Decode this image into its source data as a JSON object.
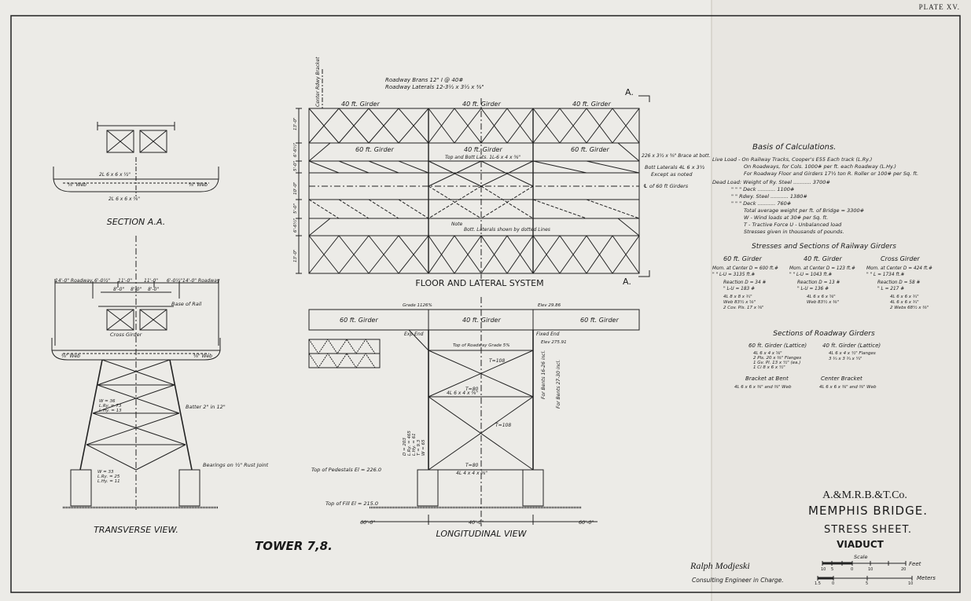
{
  "plate": "PLATE XV.",
  "floor_system": {
    "top_notes": [
      "Roadway Brans 12\" I @ 40#",
      "Roadway Laterals 12-3½ x 3½ x ⅜\""
    ],
    "side_dims": [
      "13'-0\"",
      "6'-6½\"",
      "5'-0\"",
      "10'-0\"",
      "5'-0\"",
      "6'-6½\"",
      "13'-0\""
    ],
    "girder_labels_top": [
      "40 ft. Girder",
      "40 ft. Girder",
      "40 ft. Girder"
    ],
    "girder_labels_mid": [
      "60 ft. Girder",
      "40 ft. Girder",
      "60 ft. Girder"
    ],
    "bracing_notes": [
      "Top and Bott Lats. 1L-6 x 4 x ⅜\"",
      "Bott. Laterals shown by dotted Lines",
      "Note"
    ],
    "right_notes": [
      "226 x 3½ x ⅜\" Brace at bott.",
      "Bott Laterals 4L 6 x 3½",
      "Except as noted",
      "℄ of 60 ft Girders"
    ],
    "section_mark": "A.",
    "vertical_label": "Center Rdwy Bracket",
    "caption": "FLOOR AND LATERAL SYSTEM"
  },
  "section_aa": {
    "caption": "SECTION A.A.",
    "labels": [
      "2L 6 x 6 x ½\"",
      "⅜\" Web",
      "⅜\" Web",
      "2L 6 x 6 x ⅜\""
    ]
  },
  "transverse": {
    "caption": "TRANSVERSE VIEW.",
    "dims": [
      "14'-0\" Roadway",
      "6'-0½\"",
      "11'-0\"",
      "11'-0\"",
      "6'-0½\"",
      "14'-0\" Roadway",
      "8'-0\"",
      "8'-0\"",
      "8'-0\""
    ],
    "labels": [
      "Base of Rail",
      "Cross Girder",
      "⅜\" Web",
      "⅜\" Web",
      "Batter 2\" in 12\"",
      "Bearings on ½\" Rust Joint"
    ],
    "stresses": [
      "W = 36",
      "L.Ry. = 73",
      "L.Hy. = 13",
      "W = 33",
      "L.Ry. = 25",
      "L.Hy. = 11"
    ]
  },
  "tower_label": "TOWER 7,8.",
  "longitudinal": {
    "caption": "LONGITUDINAL VIEW",
    "girders": [
      "60 ft. Girder",
      "40 ft. Girder",
      "60 ft. Girder"
    ],
    "labels": [
      "Grade 1126%",
      "Elev 29.86",
      "Exp End",
      "Fixed End",
      "Elev 275.91",
      "Top of Roadway Grade 5%",
      "Top of Pedestals El = 226.0",
      "Top of Fill El = 215.0"
    ],
    "members": [
      "4L 6 x 4 x ⅜\"",
      "T=80",
      "T=80",
      "T=108",
      "T=108",
      "4L 4 x 4 x ⅜\""
    ],
    "side_notes": [
      "For Bents 16-26 incl.",
      "For Bents 27-30 incl."
    ],
    "dims": [
      "60'-0\"",
      "40'-0\"",
      "60'-0\""
    ],
    "stresses": [
      "D = 203",
      "L.Ry. = 465",
      "L.Hy. = 61",
      "T = 9.3",
      "W = 65"
    ]
  },
  "basis": {
    "title": "Basis of Calculations.",
    "lines": [
      "Live Load - On Railway Tracks, Cooper's E55 Each track (L.Ry.)",
      "On Roadways, for Cols. 1000# per ft. each Roadway (L.Hy.)",
      "For Roadway Floor and Girders 17½ ton R. Roller or 100# per Sq. ft.",
      "Dead Load: Weight of Ry. Steel ........... 3700#",
      "\" \" \" Deck ........... 1100#",
      "\" \" Rdwy. Steel ........... 1380#",
      "\" \" \" Deck ........... 760#",
      "Total average weight per ft. of Bridge = 3300#",
      "W - Wind loads at 30# per Sq. ft.",
      "T - Tractive Force   U - Unbalanced load",
      "Stresses given in thousands of pounds."
    ]
  },
  "railway_girders": {
    "title": "Stresses and Sections of Railway Girders",
    "columns": [
      {
        "head": "60 ft. Girder",
        "lines": [
          "Mom. at Center D = 600 ft.#",
          "\" \" L-U = 3135 ft.#",
          "Reaction D = 34 #",
          "\" L-U = 183 #",
          "4L 8 x 8 x ¾\"",
          "Web 83½ x ⅝\"",
          "2 Cov. Pls. 17 x ⅝\""
        ]
      },
      {
        "head": "40 ft. Girder",
        "lines": [
          "Mom. at Center D = 123 ft.#",
          "\" \" L-U = 1043 ft.#",
          "Reaction D = 13 #",
          "\" L-U = 136 #",
          "4L 6 x 6 x ⅝\"",
          "Web 83½ x ⅜\""
        ]
      },
      {
        "head": "Cross Girder",
        "lines": [
          "Mom. at Center D = 424 ft.#",
          "\" \" L = 1734 ft.#",
          "Reaction D = 58 #",
          "\" L = 217 #",
          "4L 6 x 6 x ¾\"",
          "4L 6 x 6 x ¾\"",
          "2 Webs 68½ x ⅜\""
        ]
      }
    ]
  },
  "roadway_girders": {
    "title": "Sections of Roadway Girders",
    "items": [
      {
        "head": "60 ft. Girder (Lattice)",
        "lines": [
          "4L 6 x 4 x ⅝\"",
          "2 Pls. 20 x ⅜\" Flanges",
          "1 Gv. Pl. 13 x ½\" (ea.)",
          "1 Ci 8 x 6 x ½\""
        ]
      },
      {
        "head": "40 ft. Girder (Lattice)",
        "lines": [
          "4L 6 x 4 x ½\" Flanges",
          "3 ¾ x 3 ¾ x ¼\""
        ]
      },
      {
        "head": "Bracket at Bent",
        "lines": [
          "4L 6 x 6 x ⅜\" and ⅜\" Web"
        ]
      },
      {
        "head": "Center Bracket",
        "lines": [
          "4L 6 x 6 x ⅜\" and ⅜\" Web"
        ]
      }
    ]
  },
  "title_block": {
    "company": "A.&M.R.B.&T.Co.",
    "bridge": "MEMPHIS BRIDGE.",
    "sheet": "STRESS SHEET.",
    "subject": "VIADUCT",
    "signature": "Ralph Modjeski",
    "engineer": "Consulting Engineer in Charge.",
    "scale_label": "Scale",
    "feet_label": "Feet",
    "meters_label": "Meters",
    "feet_ticks": [
      "10",
      "5",
      "0",
      "10",
      "20"
    ],
    "meter_ticks": [
      "1.5",
      "0",
      "5",
      "10"
    ]
  }
}
